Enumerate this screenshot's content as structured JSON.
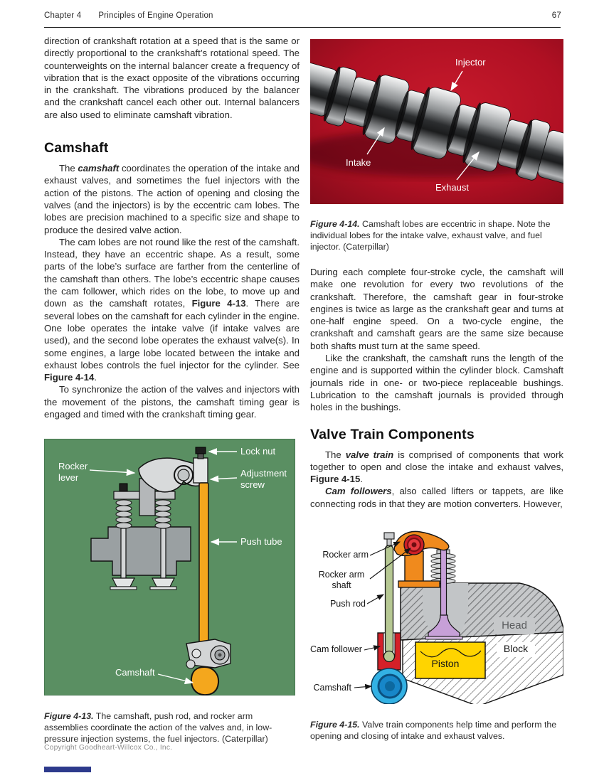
{
  "header": {
    "chapter": "Chapter 4",
    "title": "Principles of Engine Operation",
    "page_number": "67"
  },
  "left_column": {
    "p1": "direction of crankshaft rotation at a speed that is the same or directly proportional to the crankshaft’s rotational speed. The counterweights on the internal balancer create a frequency of vibration that is the exact opposite of the vibrations occurring in the crankshaft. The vibrations produced by the balancer and the crankshaft cancel each other out. Internal balancers are also used to eliminate camshaft vibration.",
    "camshaft_heading": "Camshaft",
    "p2": {
      "s1": "The ",
      "term": "camshaft",
      "s2": " coordinates the operation of the intake and exhaust valves, and sometimes the fuel injectors with the action of the pistons. The action of opening and closing the valves (and the injectors) is by the eccentric cam lobes. The lobes are precision machined to a specific size and shape to produce the desired valve action."
    },
    "p3": {
      "s1": "The cam lobes are not round like the rest of the camshaft. Instead, they have an eccentric shape. As a result, some parts of the lobe’s surface are farther from the centerline of the camshaft than others. The lobe’s eccentric shape causes the cam follower, which rides on the lobe, to move up and down as the camshaft rotates, ",
      "fig_ref1": "Figure 4-13",
      "s2": ". There are several lobes on the camshaft for each cylinder in the engine. One lobe operates the intake valve (if intake valves are used), and the second lobe operates the exhaust valve(s). In some engines, a large lobe located between the intake and exhaust lobes controls the fuel injector for the cylinder. See ",
      "fig_ref2": "Figure 4-14",
      "s3": "."
    },
    "p4": "To synchronize the action of the valves and injectors with the movement of the pistons, the camshaft timing gear is engaged and timed with the crankshaft timing gear."
  },
  "right_column": {
    "p1": "During each complete four-stroke cycle, the camshaft will make one revolution for every two revolutions of the crankshaft. Therefore, the camshaft gear in four-stroke engines is twice as large as the crankshaft gear and turns at one-half engine speed. On a two-cycle engine, the crankshaft and camshaft gears are the same size because both shafts must turn at the same speed.",
    "p2": "Like the crankshaft, the camshaft runs the length of the engine and is supported within the cylinder block. Camshaft journals ride in one- or two-piece replaceable bushings. Lubrication to the camshaft journals is provided through holes in the bushings.",
    "valve_train_heading": "Valve Train Components",
    "p3": {
      "s1": "The ",
      "term": "valve train",
      "s2": " is comprised of components that work together to open and close the intake and exhaust valves, ",
      "fig_ref": "Figure 4-15",
      "s3": "."
    },
    "p4": {
      "term": "Cam followers",
      "s1": ", also called lifters or tappets, are like connecting rods in that they are motion converters. However,"
    }
  },
  "figure_4_13": {
    "labels": {
      "rocker_lever": "Rocker lever",
      "lock_nut": "Lock nut",
      "adjustment_screw": "Adjustment screw",
      "push_tube": "Push tube",
      "camshaft": "Camshaft"
    },
    "caption_label": "Figure 4-13.",
    "caption_text": " The camshaft, push rod, and rocker arm assemblies coordinate the action of the valves and, in low-pressure injection systems, the fuel injectors. (Caterpillar)",
    "colors": {
      "background": "#5a8f62",
      "push_tube": "#f4a71d",
      "metal": "#d3d5d6"
    }
  },
  "figure_4_14": {
    "labels": {
      "injector": "Injector",
      "intake": "Intake",
      "exhaust": "Exhaust"
    },
    "caption_label": "Figure 4-14.",
    "caption_text": " Camshaft lobes are eccentric in shape. Note the individual lobes for the intake valve, exhaust valve, and fuel injector. (Caterpillar)",
    "colors": {
      "background": "#b11123"
    }
  },
  "figure_4_15": {
    "labels": {
      "rocker_arm": "Rocker arm",
      "rocker_arm_shaft": "Rocker arm shaft",
      "push_rod": "Push rod",
      "cam_follower": "Cam follower",
      "camshaft": "Camshaft",
      "head": "Head",
      "piston": "Piston",
      "block": "Block"
    },
    "caption_label": "Figure 4-15.",
    "caption_text": " Valve train components help time and perform the opening and closing of intake and exhaust valves.",
    "colors": {
      "rocker_arm": "#f08a1d",
      "push_rod": "#b6c893",
      "valve": "#c7a0d8",
      "piston": "#ffd400",
      "camshaft": "#33b1e4",
      "cam_follower": "#d42028"
    }
  },
  "footer": {
    "copyright": "Copyright Goodheart-Willcox Co., Inc."
  }
}
